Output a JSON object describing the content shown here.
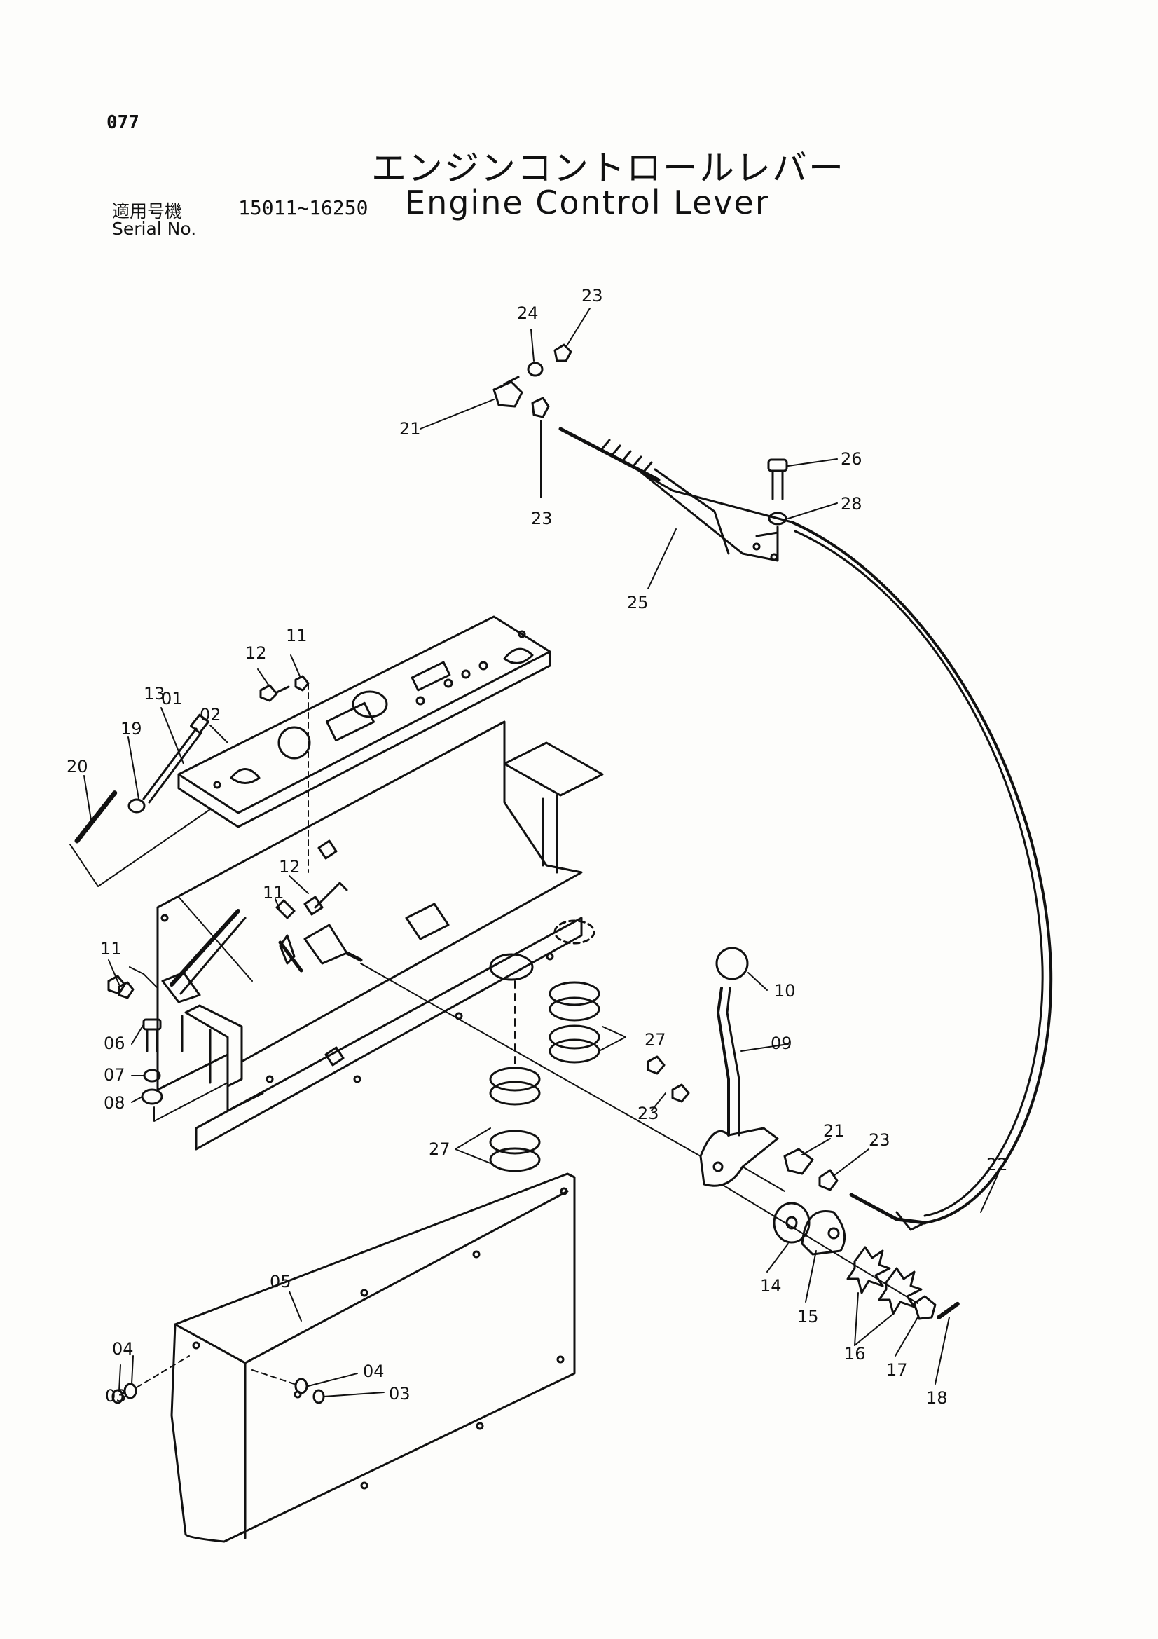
{
  "header": {
    "page_number": "077",
    "title_jp": "エンジンコントロールレバー",
    "title_en": "Engine Control Lever",
    "serial_label_jp": "適用号機",
    "serial_label_en": "Serial No.",
    "serial_range": "15011~16250"
  },
  "callouts": {
    "c01": "01",
    "c02": "02",
    "c03a": "03",
    "c03b": "03",
    "c04a": "04",
    "c04b": "04",
    "c05": "05",
    "c06": "06",
    "c07": "07",
    "c08": "08",
    "c09": "09",
    "c10": "10",
    "c11a": "11",
    "c11b": "11",
    "c11c": "11",
    "c12a": "12",
    "c12b": "12",
    "c13": "13",
    "c14": "14",
    "c15": "15",
    "c16": "16",
    "c17": "17",
    "c18": "18",
    "c19": "19",
    "c20": "20",
    "c21a": "21",
    "c21b": "21",
    "c22": "22",
    "c23a": "23",
    "c23b": "23",
    "c23c": "23",
    "c23d": "23",
    "c24": "24",
    "c25": "25",
    "c26": "26",
    "c27a": "27",
    "c27b": "27",
    "c28": "28"
  },
  "colors": {
    "ink": "#111111",
    "paper": "#fdfdfb"
  }
}
